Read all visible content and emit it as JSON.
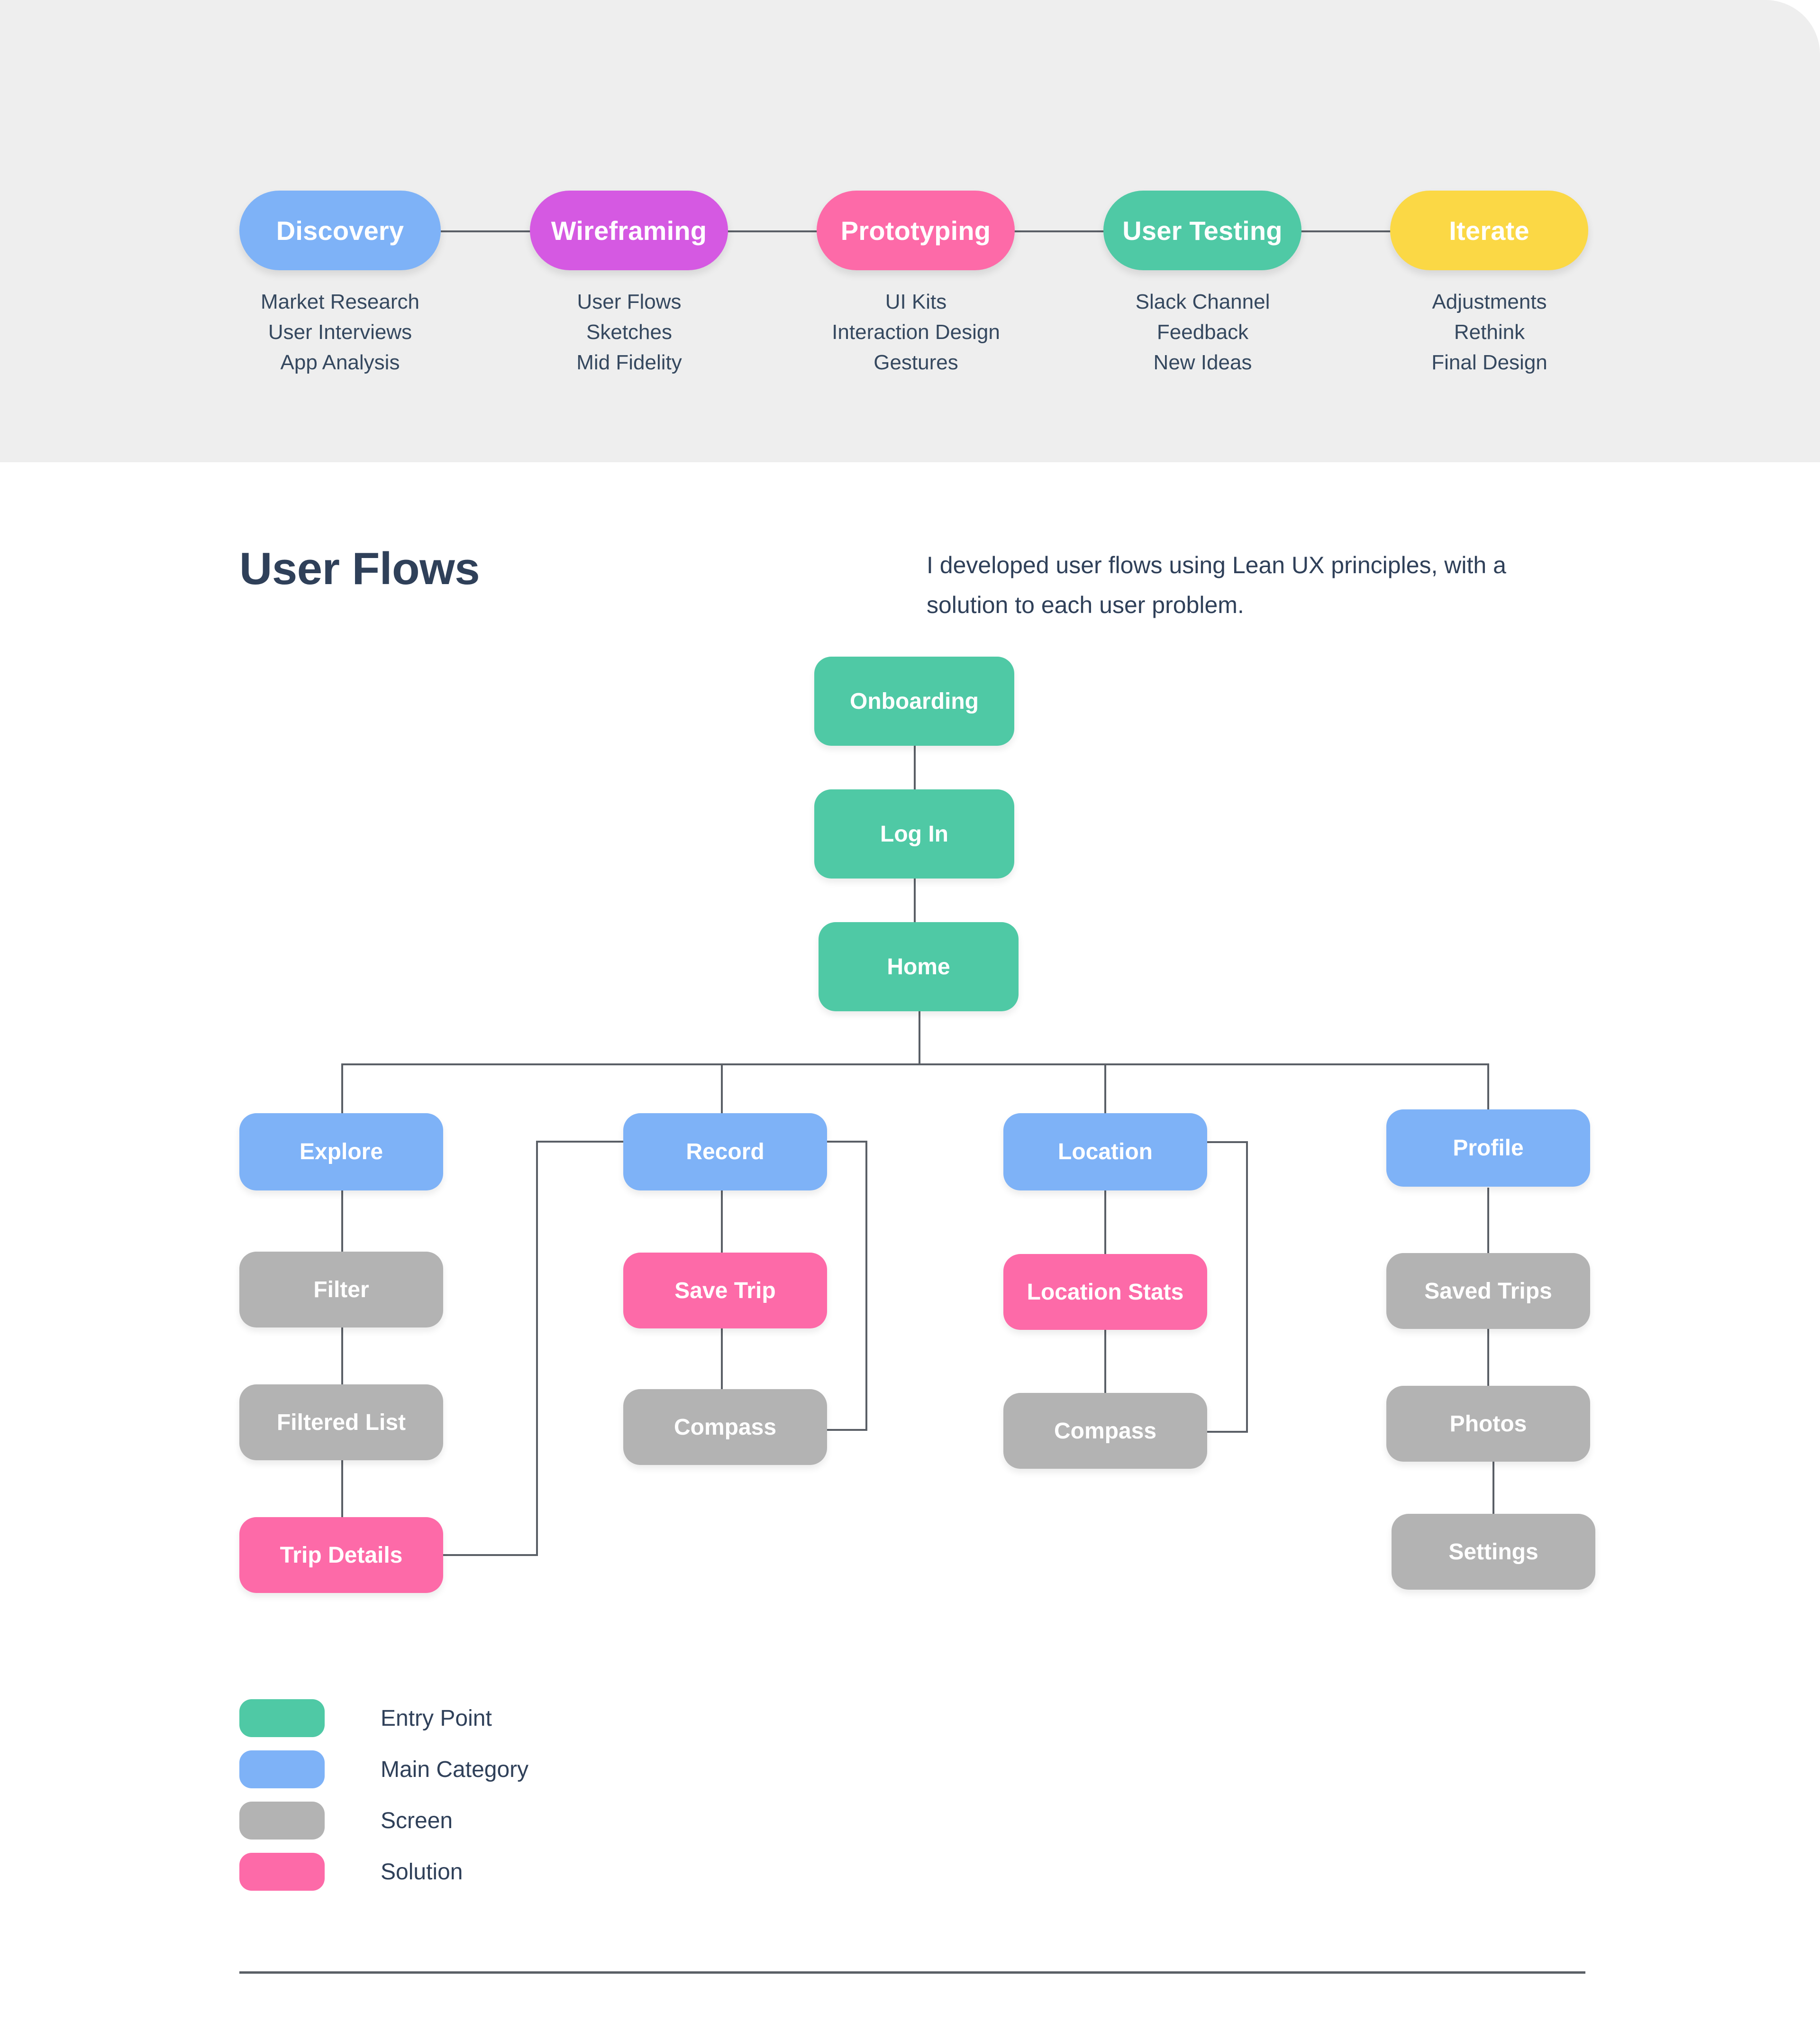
{
  "process": {
    "stages": [
      {
        "label": "Discovery",
        "color": "#7eb2f7",
        "sub1": "Market Research",
        "sub2": "User Interviews",
        "sub3": "App Analysis"
      },
      {
        "label": "Wireframing",
        "color": "#d559e2",
        "sub1": "User Flows",
        "sub2": "Sketches",
        "sub3": "Mid Fidelity"
      },
      {
        "label": "Prototyping",
        "color": "#fd6aa8",
        "sub1": "UI Kits",
        "sub2": "Interaction Design",
        "sub3": "Gestures"
      },
      {
        "label": "User Testing",
        "color": "#4fc9a5",
        "sub1": "Slack Channel",
        "sub2": "Feedback",
        "sub3": "New Ideas"
      },
      {
        "label": "Iterate",
        "color": "#fbd845",
        "sub1": "Adjustments",
        "sub2": "Rethink",
        "sub3": "Final Design"
      }
    ]
  },
  "section": {
    "title": "User Flows",
    "description": "I developed user flows using Lean UX principles, with a solution to each user problem."
  },
  "flow": {
    "nodes": {
      "onboarding": "Onboarding",
      "login": "Log In",
      "home": "Home",
      "explore": "Explore",
      "filter": "Filter",
      "filtered_list": "Filtered List",
      "trip_details": "Trip Details",
      "record": "Record",
      "save_trip": "Save Trip",
      "compass_record": "Compass",
      "location": "Location",
      "location_stats": "Location Stats",
      "compass_location": "Compass",
      "profile": "Profile",
      "saved_trips": "Saved Trips",
      "photos": "Photos",
      "settings": "Settings"
    }
  },
  "legend": {
    "items": [
      {
        "label": "Entry Point",
        "color": "#4fc9a5"
      },
      {
        "label": "Main Category",
        "color": "#7eb2f7"
      },
      {
        "label": "Screen",
        "color": "#b3b3b3"
      },
      {
        "label": "Solution",
        "color": "#fd6aa8"
      }
    ]
  },
  "colors": {
    "entry_point": "#4fc9a5",
    "main_category": "#7eb2f7",
    "screen": "#b3b3b3",
    "solution": "#fd6aa8",
    "band_bg": "#eeeeee",
    "line": "#5a5f66",
    "text": "#2f4059"
  }
}
